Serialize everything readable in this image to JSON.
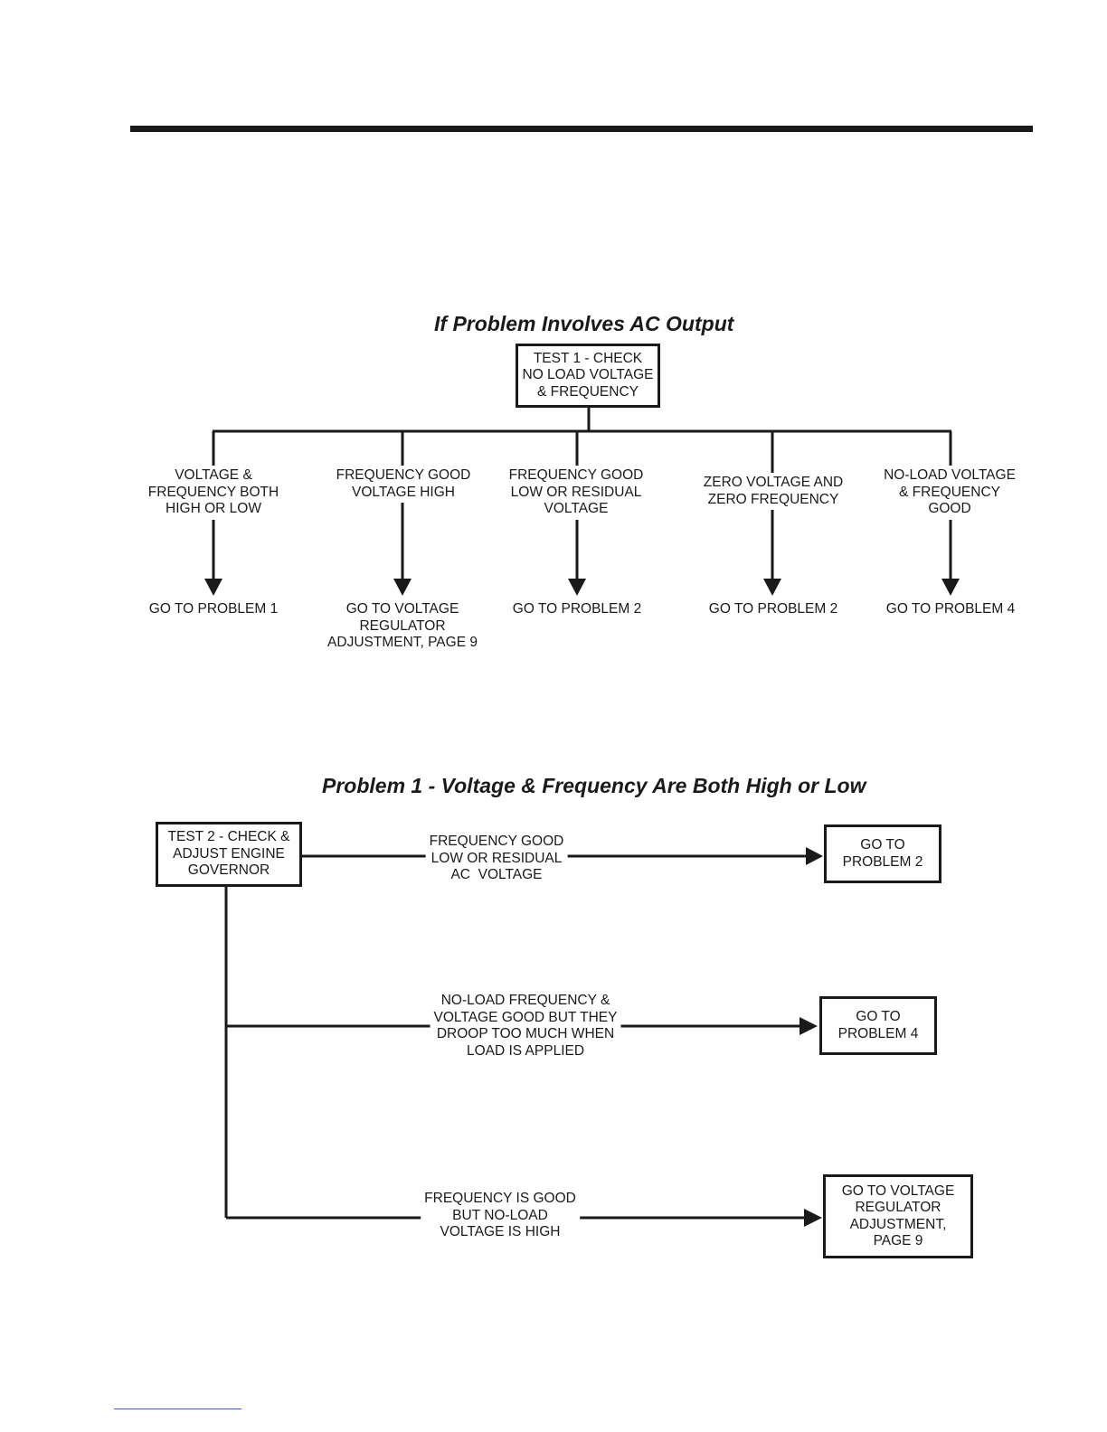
{
  "top_diagram": {
    "title": "If Problem Involves AC Output",
    "root_box": "TEST 1 - CHECK\nNO LOAD VOLTAGE\n& FREQUENCY",
    "branches": [
      {
        "condition": "VOLTAGE &\nFREQUENCY BOTH\nHIGH OR LOW",
        "result": "GO TO PROBLEM 1"
      },
      {
        "condition": "FREQUENCY GOOD\nVOLTAGE HIGH",
        "result": "GO TO VOLTAGE\nREGULATOR\nADJUSTMENT, PAGE 9"
      },
      {
        "condition": "FREQUENCY GOOD\nLOW OR RESIDUAL\nVOLTAGE",
        "result": "GO TO PROBLEM 2"
      },
      {
        "condition": "ZERO VOLTAGE AND\nZERO FREQUENCY",
        "result": "GO TO PROBLEM 2"
      },
      {
        "condition": "NO-LOAD VOLTAGE\n& FREQUENCY\nGOOD",
        "result": "GO TO PROBLEM 4"
      }
    ]
  },
  "bottom_diagram": {
    "title": "Problem 1 -  Voltage & Frequency Are Both High or Low",
    "root_box": "TEST 2 - CHECK &\nADJUST ENGINE\nGOVERNOR",
    "branches": [
      {
        "condition": "FREQUENCY GOOD\nLOW OR RESIDUAL\nAC  VOLTAGE",
        "result": "GO TO\nPROBLEM 2"
      },
      {
        "condition": "NO-LOAD FREQUENCY &\nVOLTAGE GOOD BUT THEY\nDROOP TOO MUCH WHEN\nLOAD IS APPLIED",
        "result": "GO TO\nPROBLEM 4"
      },
      {
        "condition": "FREQUENCY IS GOOD\nBUT NO-LOAD\nVOLTAGE IS HIGH",
        "result": "GO TO VOLTAGE\nREGULATOR\nADJUSTMENT,\nPAGE 9"
      }
    ]
  }
}
